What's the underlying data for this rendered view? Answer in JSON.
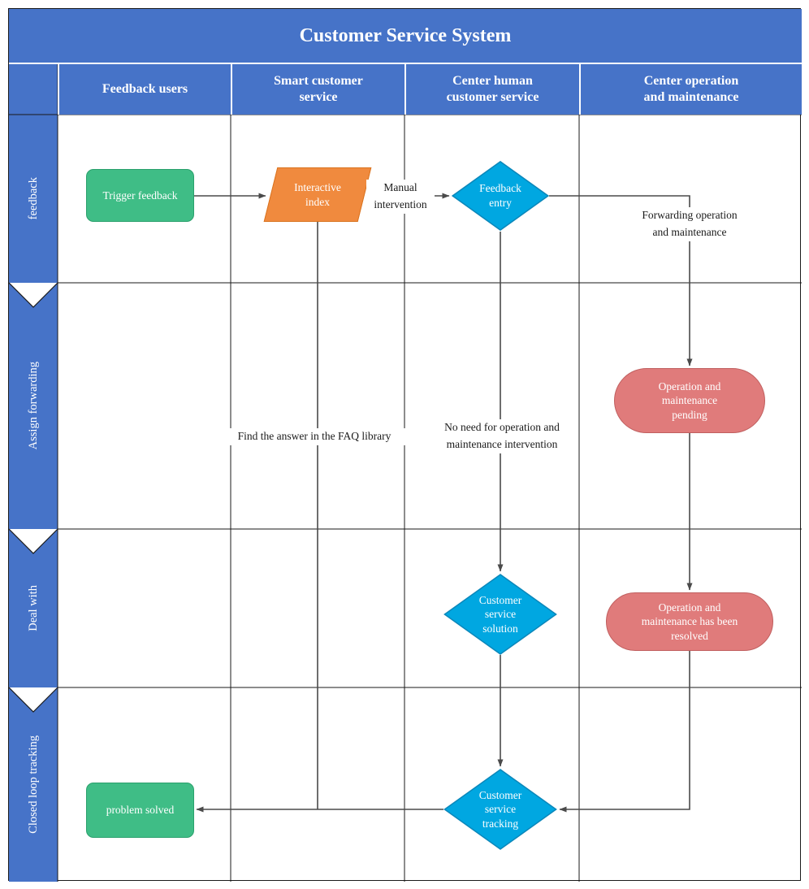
{
  "title": "Customer Service System",
  "columns": [
    "Feedback users",
    "Smart customer service",
    "Center human customer service",
    "Center operation and maintenance"
  ],
  "lanes": [
    "feedback",
    "Assign forwarding",
    "Deal with",
    "Closed loop tracking"
  ],
  "nodes": {
    "trigger_feedback": "Trigger feedback",
    "interactive_index": "Interactive index",
    "feedback_entry": "Feedback entry",
    "om_pending": "Operation and maintenance pending",
    "service_solution": "Customer service solution",
    "om_resolved": "Operation and maintenance has been resolved",
    "service_tracking": "Customer service tracking",
    "problem_solved": "problem solved"
  },
  "edge_labels": {
    "manual_intervention": "Manual intervention",
    "forwarding_om": "Forwarding operation and maintenance",
    "faq": "Find the answer in the FAQ library",
    "no_need_om": "No need for operation and maintenance intervention"
  },
  "colors": {
    "frame_blue": "#4673C8",
    "process_green": "#3FBD86",
    "data_orange": "#F08A3E",
    "decision_blue": "#00A7E1",
    "terminal_pink": "#E07B7B",
    "connector_gray": "#4a4a4a"
  }
}
